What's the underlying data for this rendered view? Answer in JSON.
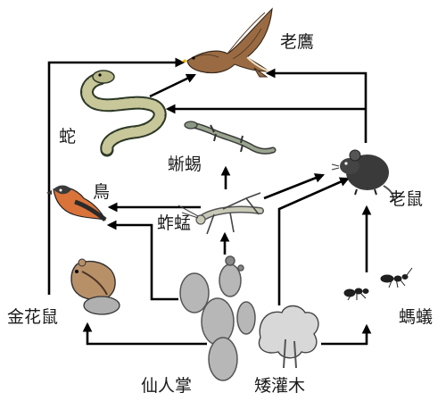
{
  "labels": {
    "eagle": "老鷹",
    "snake": "蛇",
    "lizard": "蜥蜴",
    "bird": "鳥",
    "grasshopper": "蚱蜢",
    "mouse": "老鼠",
    "chipmunk": "金花鼠",
    "ant": "螞蟻",
    "cactus": "仙人掌",
    "shrub": "矮灌木"
  },
  "icons": [
    "hawk-icon",
    "snake-icon",
    "lizard-icon",
    "bird-icon",
    "grasshopper-icon",
    "mouse-icon",
    "chipmunk-icon",
    "ant-icon",
    "cactus-icon",
    "shrub-icon"
  ]
}
